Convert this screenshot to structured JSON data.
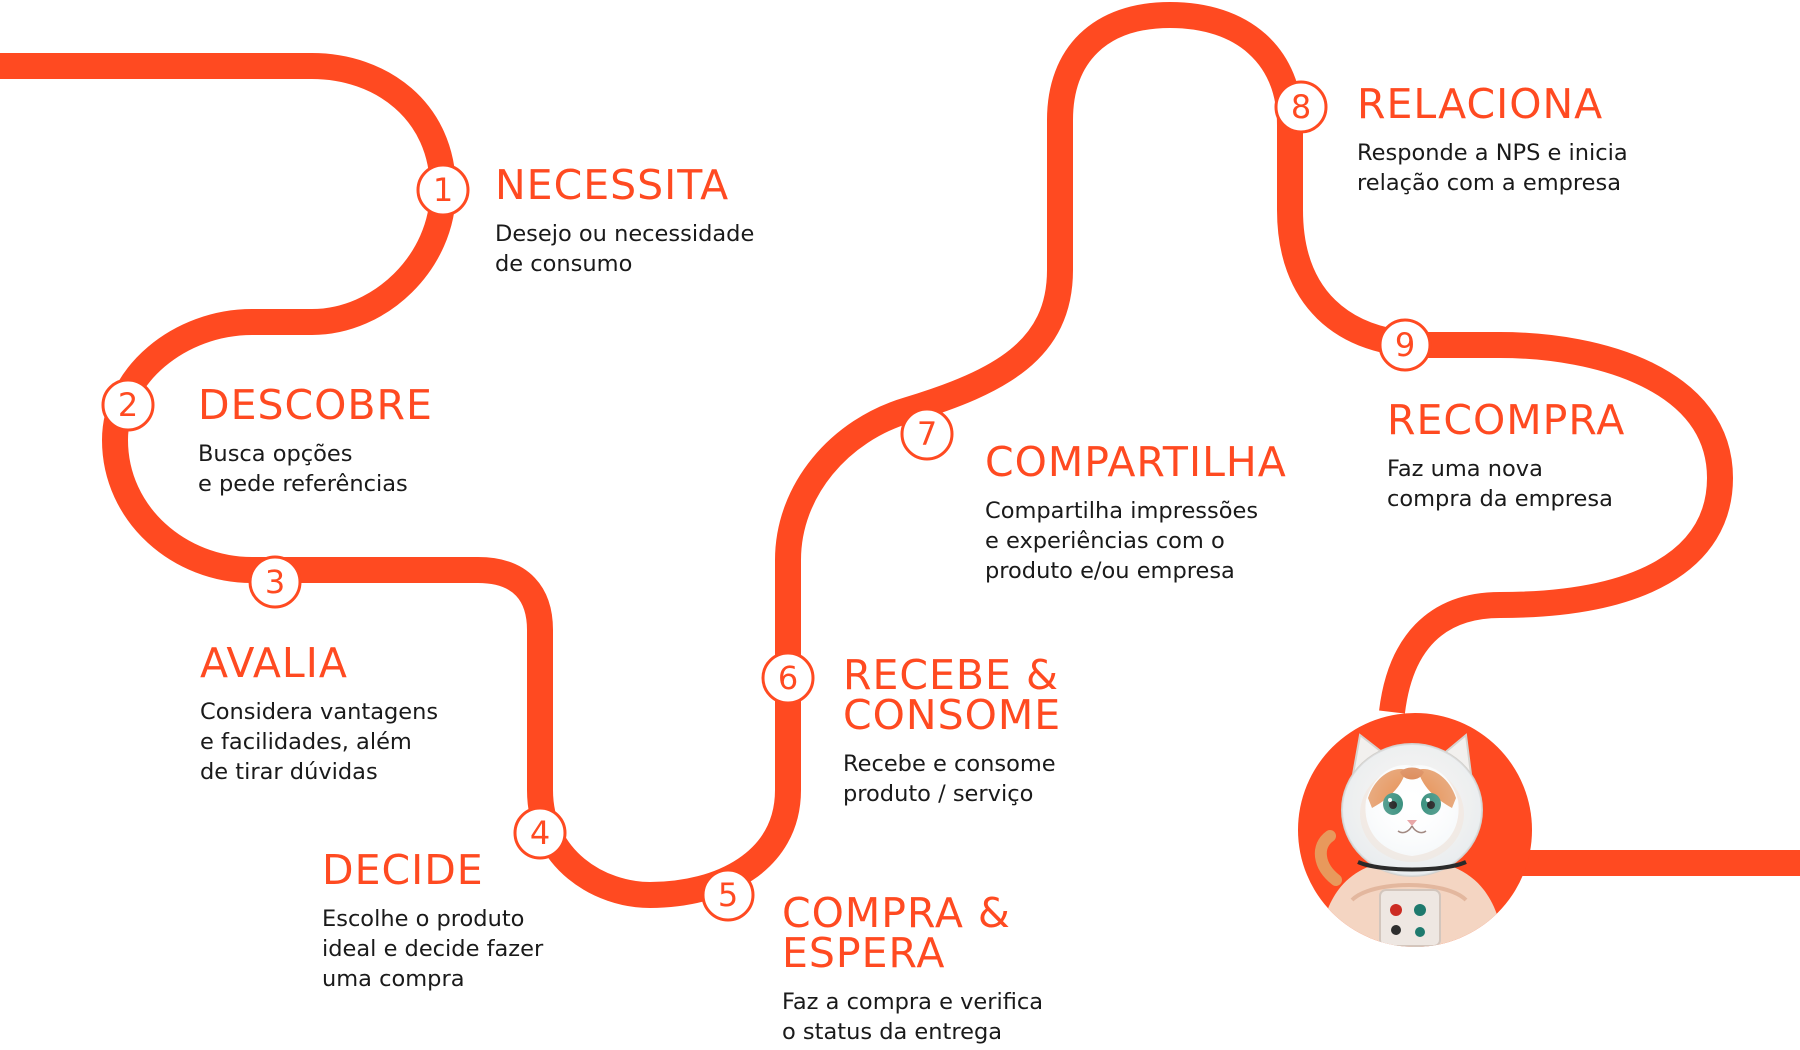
{
  "colors": {
    "accent": "#FF4A21",
    "text": "#1a1a1a",
    "background": "#ffffff"
  },
  "mascot": {
    "icon": "astronaut-cat-icon"
  },
  "steps": [
    {
      "number": "1",
      "title": "NECESSITA",
      "description": "Desejo ou necessidade\nde consumo"
    },
    {
      "number": "2",
      "title": "DESCOBRE",
      "description": "Busca opções\ne pede referências"
    },
    {
      "number": "3",
      "title": "AVALIA",
      "description": "Considera vantagens\ne facilidades, além\nde tirar dúvidas"
    },
    {
      "number": "4",
      "title": "DECIDE",
      "description": "Escolhe o produto\nideal e decide fazer\numa compra"
    },
    {
      "number": "5",
      "title": "COMPRA &\nESPERA",
      "description": "Faz a compra e verifica\no status da entrega"
    },
    {
      "number": "6",
      "title": "RECEBE &\nCONSOME",
      "description": "Recebe e consome\nproduto / serviço"
    },
    {
      "number": "7",
      "title": "COMPARTILHA",
      "description": "Compartilha impressões\ne experiências com o\nproduto e/ou empresa"
    },
    {
      "number": "8",
      "title": "RELACIONA",
      "description": "Responde a NPS e inicia\nrelação com a empresa"
    },
    {
      "number": "9",
      "title": "RECOMPRA",
      "description": "Faz uma nova\ncompra da empresa"
    }
  ]
}
